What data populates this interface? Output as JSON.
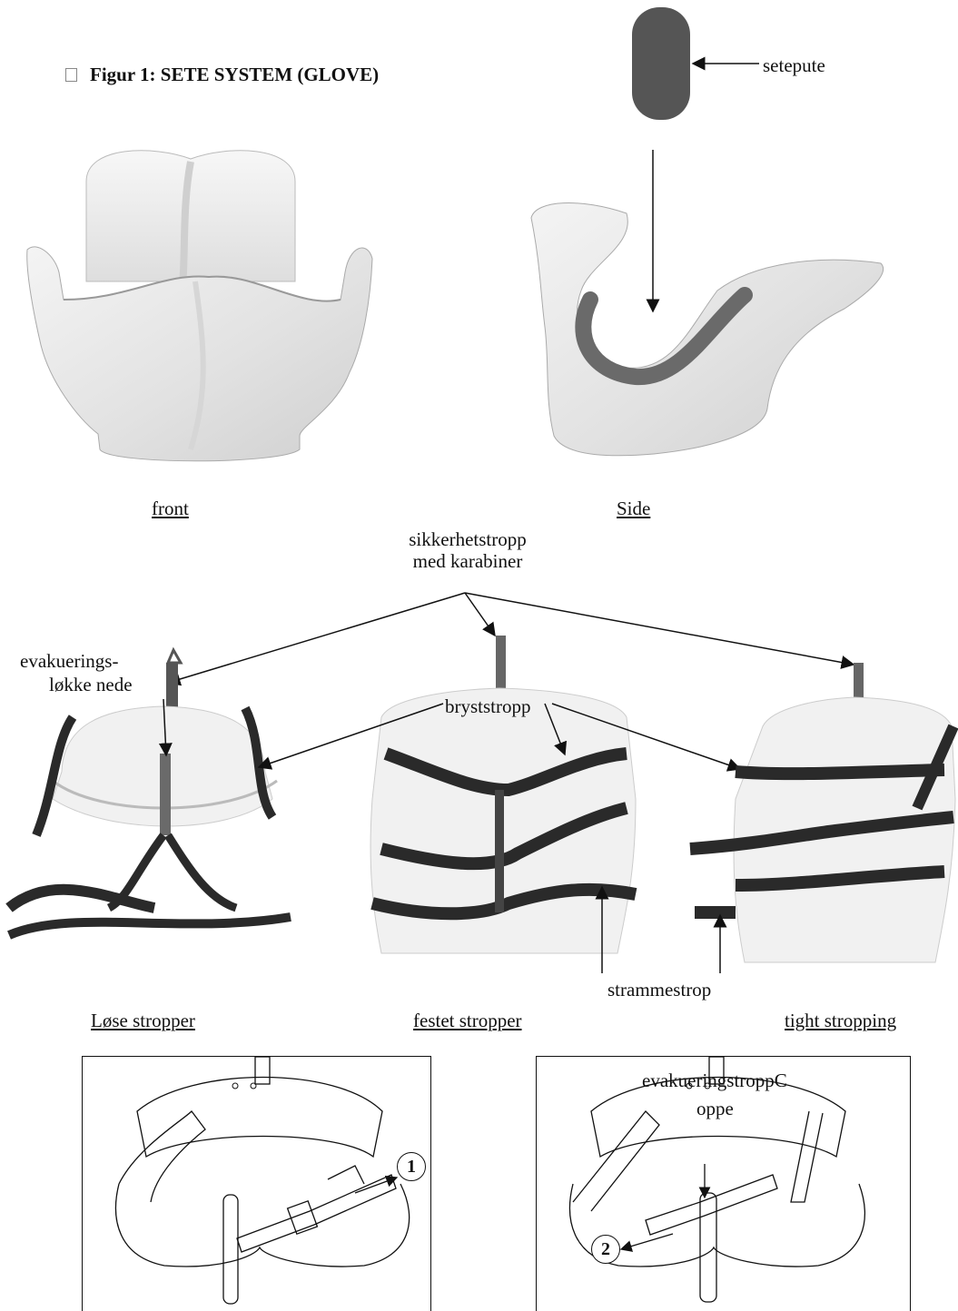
{
  "figure_title": "Figur 1: SETE SYSTEM (GLOVE)",
  "labels": {
    "setepute": "setepute",
    "front": "front",
    "side": "Side ",
    "safety_strap_line1": "sikkerhetstropp",
    "safety_strap_line2": "med karabiner",
    "evac_low_line1": "evakuerings-",
    "evac_low_line2": "løkke nede",
    "chest_strap": "bryststropp",
    "tension_strap": "strammestrop",
    "loose_straps": "Løse stropper",
    "fastened_straps": "festet stropper",
    "tight_stropping": "tight stropping",
    "evac_strap_top_line1": "evakueringstroppC",
    "evac_strap_top_line2": "oppe",
    "step1": "1",
    "step2": "2"
  },
  "colors": {
    "seat_shell": "#e9e9e9",
    "cushion": "#555555",
    "strap": "#2a2a2a"
  }
}
